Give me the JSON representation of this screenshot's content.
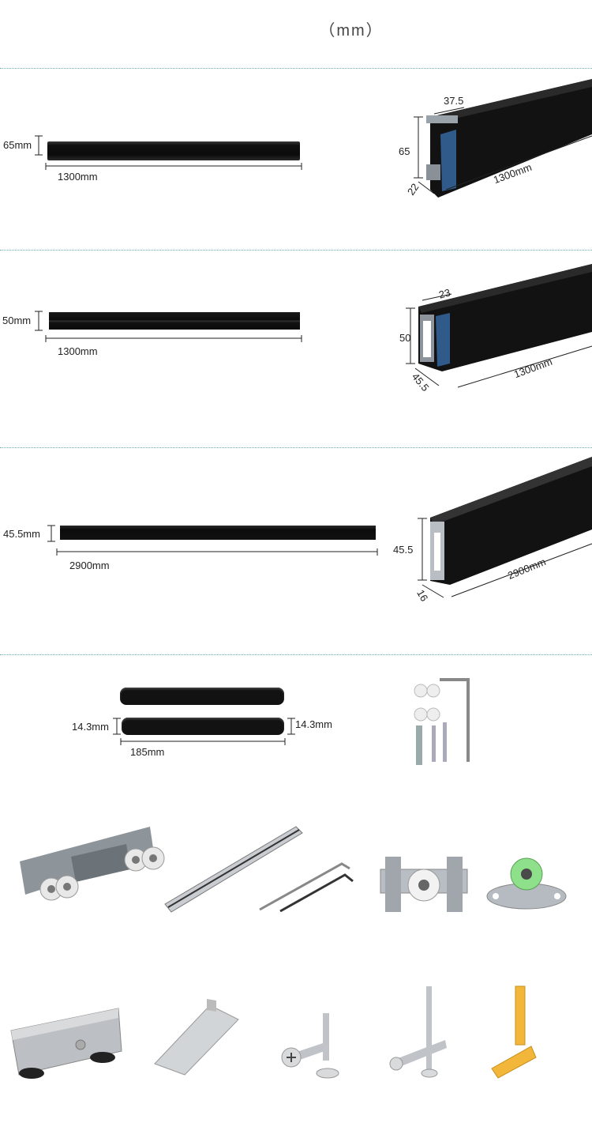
{
  "header": {
    "unit": "（mm）"
  },
  "sections": [
    {
      "height_label": "65mm",
      "length_label": "1300mm",
      "profile": {
        "width": "37.5",
        "height": "65",
        "depth": "22",
        "length": "1300mm"
      }
    },
    {
      "height_label": "50mm",
      "length_label": "1300mm",
      "profile": {
        "width": "23",
        "height": "50",
        "depth": "45.5",
        "length": "1300mm"
      }
    },
    {
      "height_label": "45.5mm",
      "length_label": "2900mm",
      "profile": {
        "height": "45.5",
        "depth": "16",
        "length": "2900mm"
      }
    }
  ],
  "guides": {
    "height_left": "14.3mm",
    "height_right": "14.3mm",
    "length": "185mm"
  },
  "colors": {
    "rail": "#141414",
    "accent": "#2f5a8a",
    "divider": "#6fb3b0"
  },
  "accessories": [
    "screw-kit-icon",
    "roller-carriage-icon",
    "track-bar-icon",
    "hex-key-icon",
    "floor-guide-roller-icon",
    "green-roller-plate-icon",
    "damper-icon",
    "end-cap-icon",
    "phillips-screw-icon",
    "self-tapping-screw-icon",
    "wall-anchor-icon"
  ]
}
